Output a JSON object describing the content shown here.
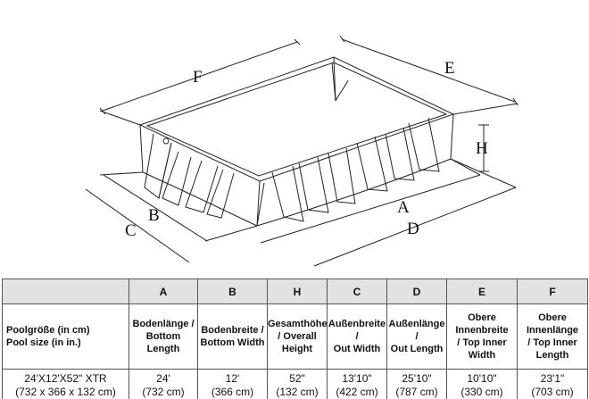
{
  "diagram": {
    "dimension_labels": {
      "A": "A",
      "B": "B",
      "C": "C",
      "D": "D",
      "E": "E",
      "F": "F",
      "H": "H"
    }
  },
  "table": {
    "headers": [
      "",
      "A",
      "B",
      "H",
      "C",
      "D",
      "E",
      "F"
    ],
    "descriptions": {
      "size_label_line1": "Poolgröße (in cm)",
      "size_label_line2": "Pool size (in in.)",
      "A_line1": "Bodenlänge /",
      "A_line2": "Bottom Length",
      "B_line1": "Bodenbreite /",
      "B_line2": "Bottom Width",
      "H_line1": "Gesamthöhe",
      "H_line2": "/ Overall",
      "H_line3": "Height",
      "C_line1": "Außenbreite /",
      "C_line2": "Out Width",
      "D_line1": "Außenlänge /",
      "D_line2": "Out Length",
      "E_line1": "Obere",
      "E_line2": "Innenbreite",
      "E_line3": "/ Top Inner",
      "E_line4": "Width",
      "F_line1": "Obere",
      "F_line2": "Innenlänge",
      "F_line3": "/ Top Inner",
      "F_line4": "Length"
    },
    "row": {
      "size_line1": "24'X12'X52\" XTR",
      "size_line2": "(732 x 366 x 132 cm)",
      "A_line1": "24'",
      "A_line2": "(732 cm)",
      "B_line1": "12'",
      "B_line2": "(366 cm)",
      "H_line1": "52\"",
      "H_line2": "(132 cm)",
      "C_line1": "13'10\"",
      "C_line2": "(422 cm)",
      "D_line1": "25'10\"",
      "D_line2": "(787 cm)",
      "E_line1": "10'10\"",
      "E_line2": "(330 cm)",
      "F_line1": "23'1\"",
      "F_line2": "(703 cm)"
    }
  }
}
